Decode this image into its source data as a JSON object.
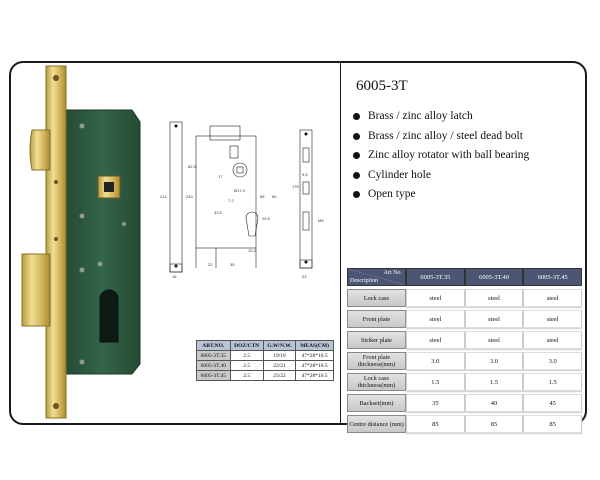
{
  "product": {
    "title": "6005-3T",
    "features": [
      "Brass / zinc alloy latch",
      "Brass / zinc alloy / steel dead bolt",
      "Zinc alloy rotator with ball bearing",
      "Cylinder hole",
      "Open type"
    ]
  },
  "packing_table": {
    "headers": [
      "ART.NO.",
      "DOZ/CTN",
      "G.W/N.W.",
      "MEAS(CM)"
    ],
    "rows": [
      [
        "6005-3T.35",
        "2.5",
        "19/18",
        "47*28*16.5"
      ],
      [
        "6005-3T.40",
        "2.5",
        "22/21",
        "47*28*16.5"
      ],
      [
        "6005-3T.45",
        "2.5",
        "23/22",
        "47*28*16.5"
      ]
    ]
  },
  "spec_table": {
    "corner_top": "Art No.",
    "corner_bottom": "Description",
    "columns": [
      "6005-3T.35",
      "6005-3T.40",
      "6005-3T.45"
    ],
    "rows": [
      {
        "label": "Lock case",
        "values": [
          "steel",
          "steel",
          "steel"
        ]
      },
      {
        "label": "Front plate",
        "values": [
          "steel",
          "steel",
          "steel"
        ]
      },
      {
        "label": "Striker plate",
        "values": [
          "steel",
          "steel",
          "steel"
        ]
      },
      {
        "label": "Front plate thickness(mm)",
        "values": [
          "3.0",
          "3.0",
          "3.0"
        ]
      },
      {
        "label": "Lock case thickness(mm)",
        "values": [
          "1.5",
          "1.5",
          "1.5"
        ]
      },
      {
        "label": "Backset(mm)",
        "values": [
          "35",
          "40",
          "45"
        ]
      },
      {
        "label": "Centre distance (mm)",
        "values": [
          "85",
          "85",
          "85"
        ]
      }
    ]
  },
  "drawing_labels": {
    "d1": "214",
    "d2": "240",
    "d3": "85",
    "d4": "62.5",
    "d5": "17",
    "d6": "33.5",
    "d7": "24.5",
    "d8": "16",
    "d9": "35",
    "d10": "10.2",
    "d11": "Ø17.2",
    "d12": "7.2",
    "d13": "176",
    "d14": "9.5",
    "d15": "23",
    "d16": "M5",
    "d17": "80",
    "d18": "22"
  },
  "colors": {
    "brass": "#d8c16b",
    "lock_case": "#2e5a3e",
    "table_header": "#4b5675"
  }
}
